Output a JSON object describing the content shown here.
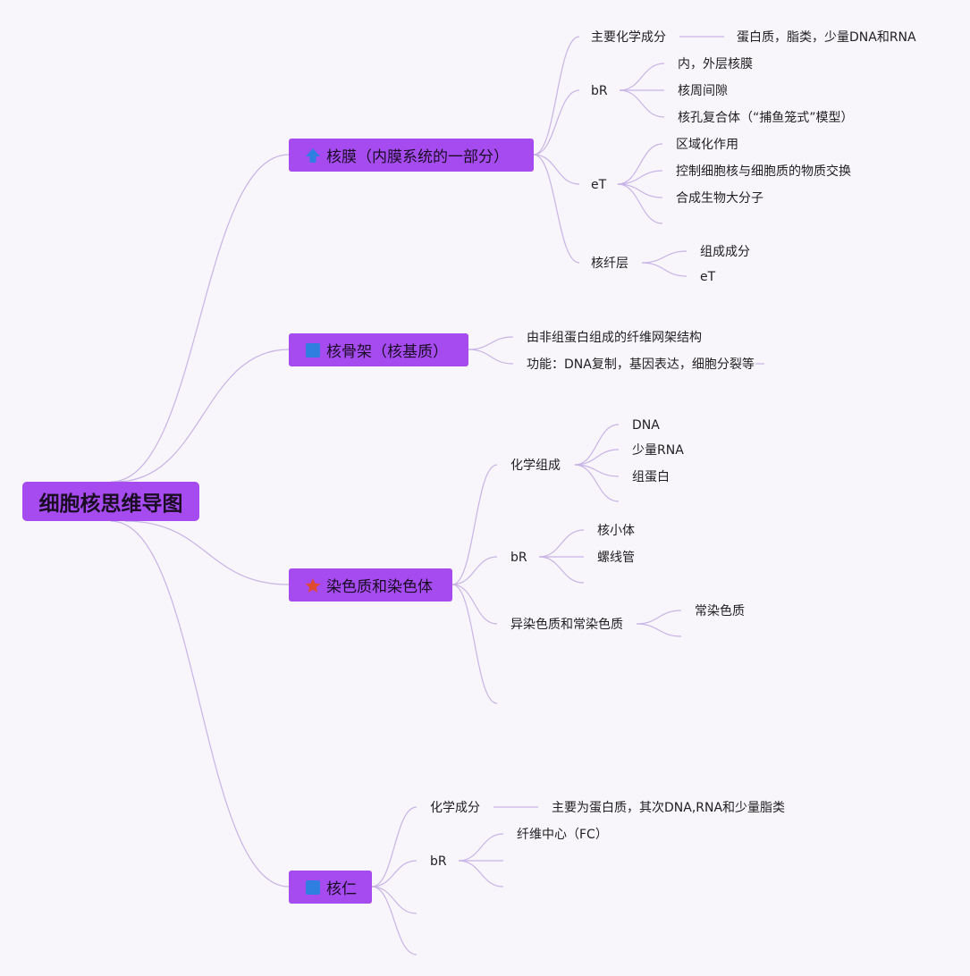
{
  "root": {
    "label": "细胞核思维导图"
  },
  "accent": "#a54bef",
  "line_color": "#c8b4e6",
  "branches": [
    {
      "label": "核膜（内膜系统的一部分）",
      "icon": "arrow-up-icon",
      "icon_color": "#2f7fe0",
      "children": [
        {
          "label": "主要化学成分",
          "children": [
            {
              "label": "蛋白质，脂类，少量DNA和RNA"
            }
          ]
        },
        {
          "label": "bR",
          "children": [
            {
              "label": "内，外层核膜"
            },
            {
              "label": "核周间隙"
            },
            {
              "label": "核孔复合体（“捕鱼笼式”模型）"
            }
          ]
        },
        {
          "label": "eT",
          "children": [
            {
              "label": "区域化作用"
            },
            {
              "label": "控制细胞核与细胞质的物质交换"
            },
            {
              "label": "合成生物大分子"
            },
            {
              "label": ""
            }
          ]
        },
        {
          "label": "核纤层",
          "children": [
            {
              "label": "组成成分"
            },
            {
              "label": "eT"
            }
          ]
        }
      ]
    },
    {
      "label": "核骨架（核基质）",
      "icon": "square-icon",
      "icon_color": "#2f7fe0",
      "children": [
        {
          "label": "由非组蛋白组成的纤维网架结构"
        },
        {
          "label": "功能：DNA复制，基因表达，细胞分裂等"
        }
      ]
    },
    {
      "label": "染色质和染色体",
      "icon": "star-icon",
      "icon_color": "#e04a2f",
      "children": [
        {
          "label": "化学组成",
          "children": [
            {
              "label": "DNA"
            },
            {
              "label": "少量RNA"
            },
            {
              "label": "组蛋白"
            },
            {
              "label": ""
            }
          ]
        },
        {
          "label": "bR",
          "children": [
            {
              "label": "核小体"
            },
            {
              "label": "螺线管"
            },
            {
              "label": ""
            }
          ]
        },
        {
          "label": "异染色质和常染色质",
          "children": [
            {
              "label": "常染色质"
            },
            {
              "label": ""
            }
          ]
        },
        {
          "label": ""
        }
      ]
    },
    {
      "label": "核仁",
      "icon": "square-icon",
      "icon_color": "#2f7fe0",
      "children": [
        {
          "label": "化学成分",
          "children": [
            {
              "label": "主要为蛋白质，其次DNA,RNA和少量脂类"
            }
          ]
        },
        {
          "label": "bR",
          "children": [
            {
              "label": "纤维中心（FC）"
            },
            {
              "label": ""
            },
            {
              "label": ""
            }
          ]
        },
        {
          "label": ""
        },
        {
          "label": ""
        }
      ]
    }
  ]
}
